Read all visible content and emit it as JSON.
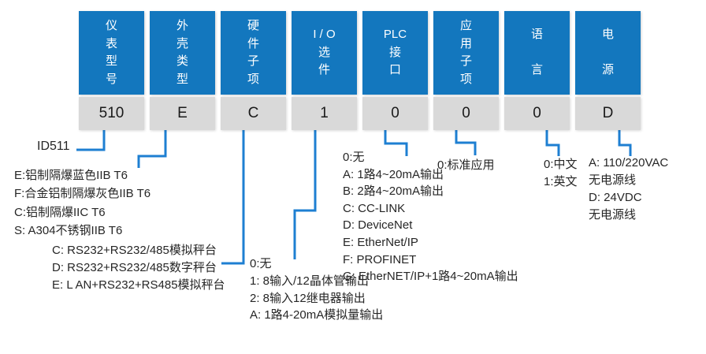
{
  "colors": {
    "box_blue": "#1377be",
    "box_gray": "#d9d9d9",
    "line_blue": "#1e7fd2",
    "code_text": "#1a1a1a",
    "legend_text": "#262626",
    "label_text": "#ffffff"
  },
  "model_label": "ID511",
  "columns": [
    {
      "id": "model",
      "label": "仪\n表\n型\n号",
      "code": "510"
    },
    {
      "id": "enclosure",
      "label": "外\n壳\n类\n型",
      "code": "E"
    },
    {
      "id": "hardware",
      "label": "硬\n件\n子\n项",
      "code": "C"
    },
    {
      "id": "io",
      "label": "I / O\n选\n件",
      "code": "1"
    },
    {
      "id": "plc",
      "label": "PLC\n接\n口",
      "code": "0"
    },
    {
      "id": "application",
      "label": "应\n用\n子\n项",
      "code": "0"
    },
    {
      "id": "language",
      "label": "语\n\n言",
      "code": "0"
    },
    {
      "id": "power",
      "label": "电\n\n源",
      "code": "D"
    }
  ],
  "legends": {
    "enclosure": [
      "E:铝制隔爆蓝色IIB T6",
      "F:合金铝制隔爆灰色IIB T6",
      "C:铝制隔爆IIC T6",
      "S: A304不锈钢IIB T6"
    ],
    "hardware": [
      "C: RS232+RS232/485模拟秤台",
      "D: RS232+RS232/485数字秤台",
      "E: L AN+RS232+RS485模拟秤台"
    ],
    "io": [
      "0:无",
      "1: 8输入/12晶体管输出",
      "2: 8输入12继电器输出",
      "A: 1路4-20mA模拟量输出"
    ],
    "plc": [
      "0:无",
      "A: 1路4~20mA输出",
      "B: 2路4~20mA输出",
      "C: CC-LINK",
      "D: DeviceNet",
      "E: EtherNet/IP",
      "F: PROFINET",
      "G: EtherNET/IP+1路4~20mA输出"
    ],
    "application": [
      "0:标准应用"
    ],
    "language": [
      "0:中文",
      "1:英文"
    ],
    "power": [
      "A: 110/220VAC",
      "无电源线",
      "D: 24VDC",
      "无电源线"
    ]
  }
}
